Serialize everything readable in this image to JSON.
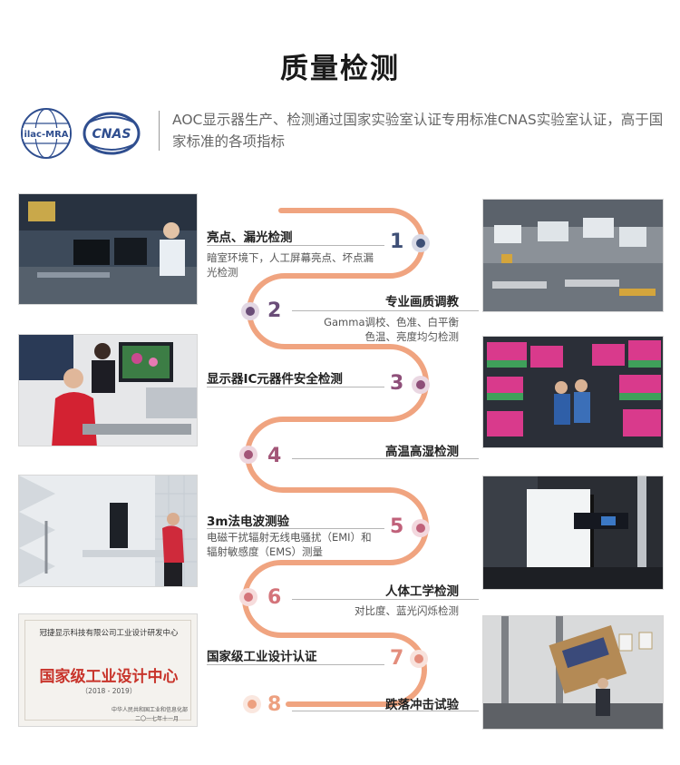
{
  "page": {
    "title": "质量检测",
    "intro": "AOC显示器生产、检测通过国家实验室认证专用标准CNAS实验室认证，高于国家标准的各项指标",
    "logos": [
      {
        "name": "ilac-mra-logo",
        "text": "ilac-MRA"
      },
      {
        "name": "cnas-logo",
        "text": "CNAS"
      }
    ]
  },
  "steps": [
    {
      "num": "1",
      "title": "亮点、漏光检测",
      "desc": "暗室环境下，人工屏幕亮点、坏点漏光检测",
      "color": "#3e4f76"
    },
    {
      "num": "2",
      "title": "专业画质调教",
      "desc": "Gamma调校、色准、白平衡色温、亮度均匀检测",
      "color": "#6a4d78"
    },
    {
      "num": "3",
      "title": "显示器IC元器件安全检测",
      "desc": "",
      "color": "#8e4f79"
    },
    {
      "num": "4",
      "title": "高温高湿检测",
      "desc": "",
      "color": "#a35678"
    },
    {
      "num": "5",
      "title": "3m法电波测验",
      "desc": "电磁干扰辐射无线电骚扰（EMI）和辐射敏感度（EMS）测量",
      "color": "#c0617a"
    },
    {
      "num": "6",
      "title": "人体工学检测",
      "desc": "对比度、蓝光闪烁检测",
      "color": "#d4747a"
    },
    {
      "num": "7",
      "title": "国家级工业设计认证",
      "desc": "",
      "color": "#e38d7c"
    },
    {
      "num": "8",
      "title": "跌落冲击试验",
      "desc": "",
      "color": "#eda080"
    }
  ],
  "certificate": {
    "company": "冠捷显示科技有限公司工业设计研发中心",
    "title": "国家级工业设计中心",
    "years": "（2018 - 2019）",
    "issuer": "中华人民共和国工业和信息化部",
    "date": "二〇一七年十一月"
  }
}
